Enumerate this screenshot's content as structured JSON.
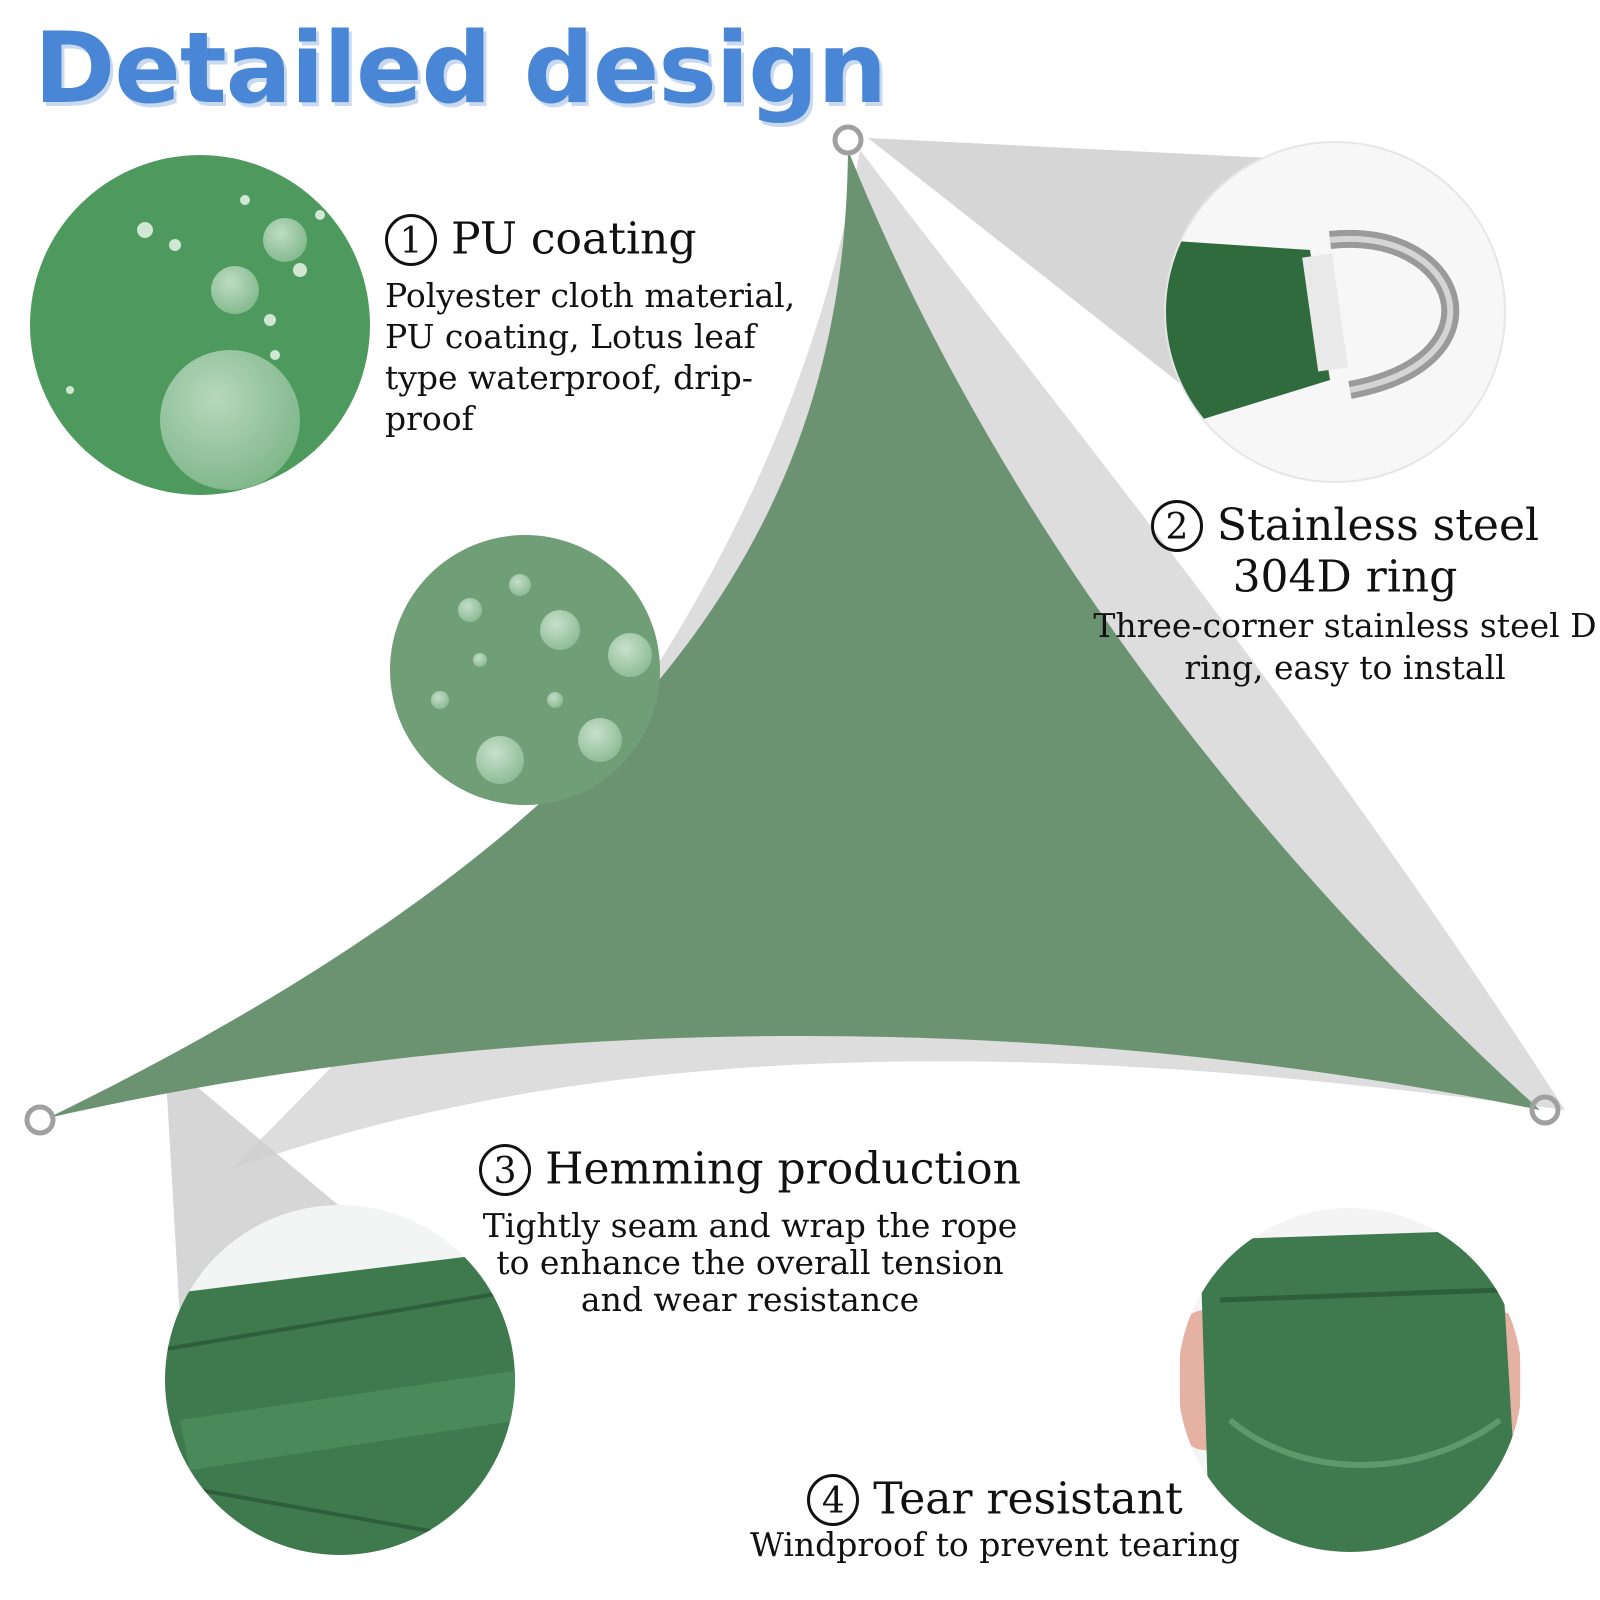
{
  "title": "Detailed design",
  "colors": {
    "title": "#4a86d6",
    "sail_green": "#6b9372",
    "dark_green": "#3f7a4e",
    "shadow_gray": "#d6d6d6",
    "steel": "#9a9a9a"
  },
  "features": [
    {
      "number": "1",
      "heading": "PU coating",
      "body": "Polyester cloth material, PU coating, Lotus leaf type waterproof, drip-proof",
      "image": "water-droplets-on-green-fabric"
    },
    {
      "number": "2",
      "heading": "Stainless steel 304D ring",
      "body": "Three-corner stainless steel D ring, easy to install",
      "image": "steel-d-ring-on-fabric-corner"
    },
    {
      "number": "3",
      "heading": "Hemming production",
      "body": "Tightly seam and wrap the rope to enhance the overall tension and wear resistance",
      "image": "stitched-hem-close-up"
    },
    {
      "number": "4",
      "heading": "Tear resistant",
      "body": "Windproof to prevent tearing",
      "image": "fabric-stretched-by-hands"
    }
  ],
  "product_image": "triangle-shade-sail"
}
